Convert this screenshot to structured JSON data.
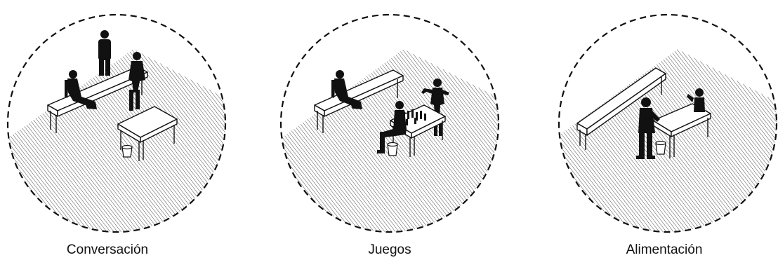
{
  "panels": [
    {
      "id": "conversation",
      "label": "Conversación"
    },
    {
      "id": "games",
      "label": "Juegos"
    },
    {
      "id": "food",
      "label": "Alimentación"
    }
  ],
  "colors": {
    "ink": "#111111",
    "hatch": "#3a3a3a",
    "furniture_fill": "#ffffff"
  }
}
